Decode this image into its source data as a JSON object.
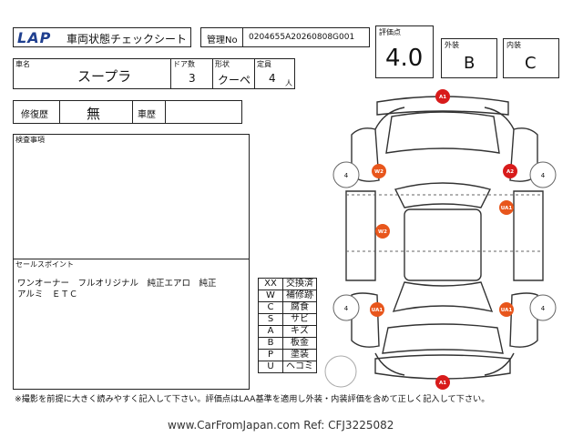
{
  "header": {
    "logo_text": "LAP",
    "title": "車両状態チェックシート",
    "mgmt_label": "管理No",
    "mgmt_no": "0204655A20260808G001"
  },
  "grades": {
    "score_label": "評価点",
    "score": "4.0",
    "exterior_label": "外装",
    "exterior": "B",
    "interior_label": "内装",
    "interior": "C"
  },
  "vehicle": {
    "name_label": "車名",
    "name": "スープラ",
    "doors_label": "ドア数",
    "doors": "3",
    "body_label": "形状",
    "body": "クーペ",
    "capacity_label": "定員",
    "capacity": "4",
    "capacity_unit": "人"
  },
  "history": {
    "repair_label": "修復歴",
    "repair": "無",
    "record_label": "車歴",
    "record": ""
  },
  "inspection": {
    "label": "検査事項",
    "text": ""
  },
  "sales": {
    "label": "セールスポイント",
    "line1": "ワンオーナー　フルオリジナル　純正エアロ　純正",
    "line2": "アルミ　ＥＴＣ"
  },
  "legend": [
    {
      "code": "XX",
      "desc": "交換済"
    },
    {
      "code": "W",
      "desc": "補修跡"
    },
    {
      "code": "C",
      "desc": "腐食"
    },
    {
      "code": "S",
      "desc": "サビ"
    },
    {
      "code": "A",
      "desc": "キズ"
    },
    {
      "code": "B",
      "desc": "板金"
    },
    {
      "code": "P",
      "desc": "塗装"
    },
    {
      "code": "U",
      "desc": "ヘコミ"
    }
  ],
  "diagram": {
    "marks": [
      {
        "code": "A1",
        "color": "#d81b1b"
      },
      {
        "code": "A2",
        "color": "#d81b1b"
      },
      {
        "code": "W2",
        "color": "#e8561c"
      },
      {
        "code": "W2",
        "color": "#e8561c"
      },
      {
        "code": "UA1",
        "color": "#e8561c"
      },
      {
        "code": "UA1",
        "color": "#e8561c"
      },
      {
        "code": "UA1",
        "color": "#e8561c"
      },
      {
        "code": "A1",
        "color": "#d81b1b"
      }
    ],
    "tires": [
      "4",
      "4",
      "4",
      "4"
    ]
  },
  "footer": {
    "note": "※撮影を前提に大きく読みやすく記入して下さい。評価点はLAA基準を適用し外装・内装評価を含めて正しく記入して下さい。",
    "watermark": "www.CarFromJapan.com Ref: CFJ3225082"
  }
}
